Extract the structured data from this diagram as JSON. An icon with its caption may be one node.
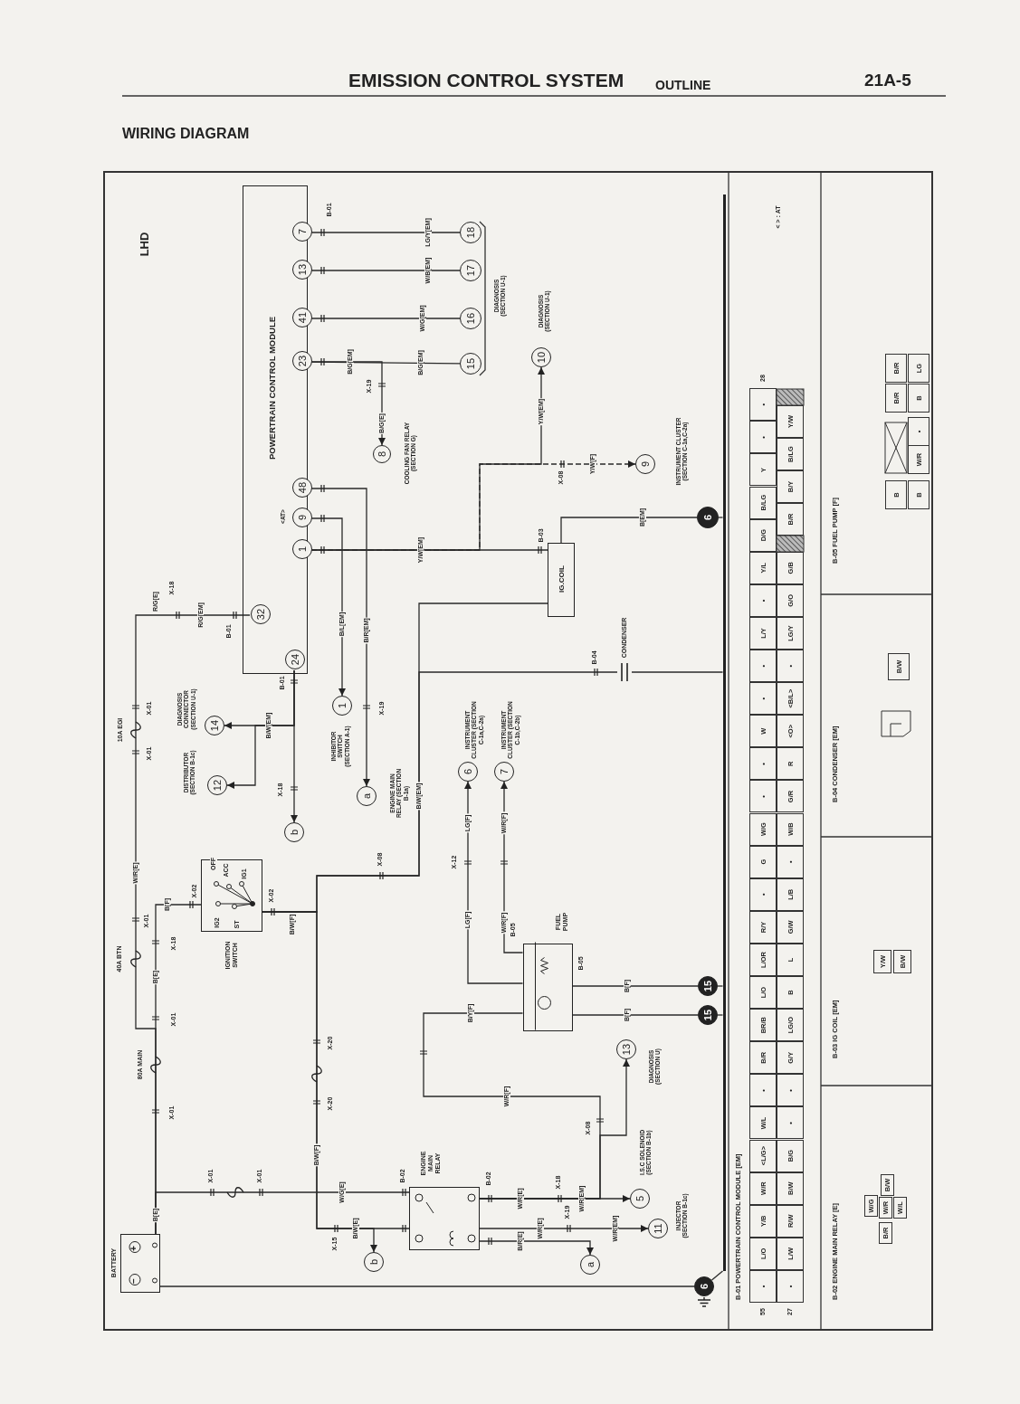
{
  "diagram": {
    "title": "EMISSION CONTROL SYSTEM",
    "nodes": [
      {
        "text": [
          "POWERTRAIN CONTROL MODULE"
        ]
      },
      {
        "text": [
          "7"
        ],
        "in": 0
      },
      {
        "text": [
          "13"
        ],
        "in": 0
      },
      {
        "text": [
          "41"
        ],
        "in": 0
      },
      {
        "text": [
          "23"
        ],
        "in": 0
      },
      {
        "text": [
          "48"
        ],
        "in": 0
      },
      {
        "text": [
          "9"
        ],
        "in": 0,
        "beside": [
          "<AT>"
        ]
      },
      {
        "text": [
          "1"
        ],
        "in": 0
      },
      {
        "text": [
          "32"
        ],
        "in": 0
      },
      {
        "text": [
          "24"
        ],
        "in": 0
      },
      {
        "text": [
          "18"
        ]
      },
      {
        "text": [
          "17"
        ]
      },
      {
        "text": [
          "16"
        ]
      },
      {
        "text": [
          "15"
        ]
      },
      {
        "text": [
          "8"
        ],
        "beside": [
          "COOLING FAN RELAY (SECTION G)"
        ]
      },
      {
        "text": [
          "10"
        ],
        "beside": [
          "DIAGNOSIS (SECTION U-1)"
        ]
      },
      {
        "text": [
          "9"
        ],
        "beside": [
          "INSTRUMENT CLUSTER (SECTION C-1a,C-2a)"
        ]
      },
      {
        "text": [
          "IG.COIL"
        ]
      },
      {
        "text": [
          "6"
        ]
      },
      {
        "text": [
          "1"
        ],
        "beside": [
          "INHIBITOR SWITCH (SECTION A-1)"
        ]
      },
      {
        "text": [
          "a"
        ],
        "beside": [
          "ENGINE MAIN RELAY (SECTION B-1a)"
        ]
      },
      {
        "text": [
          "14"
        ],
        "beside": [
          "DIAGNOSIS CONNECTOR (SECTION U-1)"
        ]
      },
      {
        "text": [
          "12"
        ],
        "beside": [
          "DISTRIBUTOR (SECTION B-1c)"
        ]
      },
      {
        "text": [
          "b"
        ]
      },
      {
        "text": [
          "IGNITION SWITCH"
        ]
      },
      {
        "text": [
          "6"
        ],
        "beside": [
          "INSTRUMENT CLUSTER (SECTION C-1a,C-2a)"
        ]
      },
      {
        "text": [
          "7"
        ],
        "beside": [
          "INSTRUMENT CLUSTER (SECTION C-1b,C-2b)"
        ]
      },
      {
        "text": [
          "FUEL PUMP"
        ]
      },
      {
        "text": [
          "15"
        ]
      },
      {
        "text": [
          "15"
        ]
      },
      {
        "text": [
          "13"
        ],
        "beside": [
          "DIAGNOSIS (SECTION U)"
        ]
      },
      {
        "text": [
          "5"
        ],
        "beside": [
          "I.S.C SOLENOID (SECTION B-1b)"
        ]
      },
      {
        "text": [
          "11"
        ],
        "beside": [
          "INJECTOR (SECTION B-1c)"
        ]
      },
      {
        "text": [
          "a"
        ]
      },
      {
        "text": [
          "ENGINE MAIN RELAY"
        ]
      },
      {
        "text": [
          "b"
        ]
      },
      {
        "text": [
          "BATTERY"
        ]
      },
      {
        "text": [
          "6"
        ]
      },
      {
        "text": [
          "CONDENSER"
        ]
      },
      {
        "text": [],
        "shape": "bar"
      }
    ],
    "edges": [
      {
        "from": 1,
        "to": 10,
        "arrow": "none",
        "label": "LG/Y[EM]"
      },
      {
        "from": 2,
        "to": 11,
        "arrow": "none",
        "label": "W/B[EM]"
      },
      {
        "from": 3,
        "to": 12,
        "arrow": "none",
        "label": "W/G[EM]"
      },
      {
        "from": 4,
        "to": 13,
        "arrow": "none",
        "label": "B/G[EM]"
      },
      {
        "from": 4,
        "to": 14,
        "arrow": "to",
        "label": "B/G[E]"
      },
      {
        "from": 7,
        "to": 17,
        "arrow": "none",
        "label": "Y/W[EM]"
      },
      {
        "from": 7,
        "to": 16,
        "arrow": "to",
        "label": "Y/W[F]",
        "style": "dashed"
      },
      {
        "from": 7,
        "to": 15,
        "arrow": "to",
        "label": "Y/W[EM]"
      },
      {
        "from": 17,
        "to": 18,
        "arrow": "none",
        "label": "B[EM]"
      },
      {
        "from": 8,
        "to": 36,
        "arrow": "none",
        "label": "R/G[EM]"
      },
      {
        "from": 36,
        "to": 24,
        "arrow": "none",
        "label": "B[F]"
      },
      {
        "from": 24,
        "to": 17,
        "arrow": "none",
        "label": "B/W[EM]"
      },
      {
        "from": 24,
        "to": 38,
        "arrow": "none"
      },
      {
        "from": 38,
        "to": 39,
        "arrow": "none"
      },
      {
        "from": 24,
        "to": 34,
        "arrow": "none",
        "label": "B/W[F]"
      },
      {
        "from": 24,
        "to": 35,
        "arrow": "to"
      },
      {
        "from": 36,
        "to": 34,
        "arrow": "none",
        "label": "W/G[E]"
      },
      {
        "from": 34,
        "to": 31,
        "arrow": "to",
        "label": "W/R[EM]"
      },
      {
        "from": 34,
        "to": 32,
        "arrow": "to",
        "label": "W/R[EM]"
      },
      {
        "from": 34,
        "to": 33,
        "arrow": "to",
        "label": "B/R[E]"
      },
      {
        "from": 34,
        "to": 30,
        "arrow": "to"
      },
      {
        "from": 34,
        "to": 27,
        "arrow": "none",
        "label": "W/R[F]"
      },
      {
        "from": 27,
        "to": 28,
        "arrow": "none",
        "label": "B[F]"
      },
      {
        "from": 27,
        "to": 29,
        "arrow": "none",
        "label": "B[F]"
      },
      {
        "from": 27,
        "to": 25,
        "arrow": "to",
        "label": "LG[F]"
      },
      {
        "from": 27,
        "to": 26,
        "arrow": "to",
        "label": "W/R[F]"
      },
      {
        "from": 9,
        "to": 21,
        "arrow": "to",
        "label": "B/W[EM]"
      },
      {
        "from": 9,
        "to": 22,
        "arrow": "to"
      },
      {
        "from": 9,
        "to": 23,
        "arrow": "to"
      },
      {
        "from": 6,
        "to": 19,
        "arrow": "to",
        "label": "B/L[EM]"
      },
      {
        "from": 5,
        "to": 20,
        "arrow": "to",
        "label": "B/R[EM]"
      },
      {
        "from": 18,
        "to": 39,
        "arrow": "none"
      },
      {
        "from": 28,
        "to": 39,
        "arrow": "none"
      },
      {
        "from": 29,
        "to": 39,
        "arrow": "none"
      },
      {
        "from": 36,
        "to": 37,
        "arrow": "none"
      },
      {
        "from": 39,
        "to": 37,
        "arrow": "none"
      }
    ],
    "labels": [
      "OUTLINE",
      "21A-5",
      "WIRING DIAGRAM",
      "LHD",
      "B-01",
      "B/G[EM]",
      "X-19",
      "DIAGNOSIS (SECTION U-1)",
      "X-08",
      "B-03",
      "R/G[E]",
      "X-18",
      "B-01",
      "10A EGI",
      "X-01",
      "X-01",
      "B-01",
      "X-18",
      "X-19",
      "W/R[E]",
      "OFF",
      "ACC",
      "IG1",
      "X-08",
      "X-02",
      "X-02",
      "X-01",
      "IG2",
      "ST",
      "B/W[F]",
      "B-04",
      "X-12",
      "LG[F]",
      "W/R[F]",
      "B-05",
      "B-05",
      "B/Y[F]",
      "X-08",
      "X-20",
      "X-20",
      "40A BTN",
      "B[E]",
      "X-18",
      "X-01",
      "80A MAIN",
      "X-01",
      "B[E]",
      "X-01",
      "X-01",
      "B/W[E]",
      "X-15",
      "B-02",
      "B-02",
      "W/R[E]",
      "W/R[E]",
      "X-18",
      "X-19",
      "+",
      "−",
      "< > : AT",
      "55",
      "27",
      "28",
      "B-01 POWERTRAIN CONTROL MODULE [EM]",
      "•",
      "L/O",
      "Y/B",
      "W/R",
      "<L/G>",
      "W/L",
      "•",
      "B/R",
      "BR/B",
      "L/O",
      "L/OR",
      "R/Y",
      "•",
      "G",
      "W/G",
      "•",
      "•",
      "W",
      "•",
      "•",
      "L/Y",
      "•",
      "Y/L",
      "D/G",
      "B/LG",
      "Y",
      "•",
      "•",
      "•",
      "L/W",
      "R/W",
      "B/W",
      "B/G",
      "•",
      "•",
      "G/Y",
      "LG/O",
      "B",
      "L",
      "G/W",
      "L/B",
      "•",
      "W/B",
      "G/R",
      "R",
      "<O>",
      "<B/L>",
      "•",
      "LG/Y",
      "G/O",
      "G/B",
      "B/R",
      "B/Y",
      "B/LG",
      "Y/W",
      "B-02 ENGINE MAIN RELAY [E]",
      "W/G",
      "B/W",
      "B/R",
      "W/R",
      "W/L",
      "B-03 IG COIL [EM]",
      "Y/W",
      "B/W",
      "B-04 CONDENSER [EM]",
      "B/W",
      "B-05 FUEL PUMP [F]",
      "B/R",
      "B/R",
      "B",
      "LG",
      "B",
      "•",
      "W/R",
      "B"
    ]
  }
}
